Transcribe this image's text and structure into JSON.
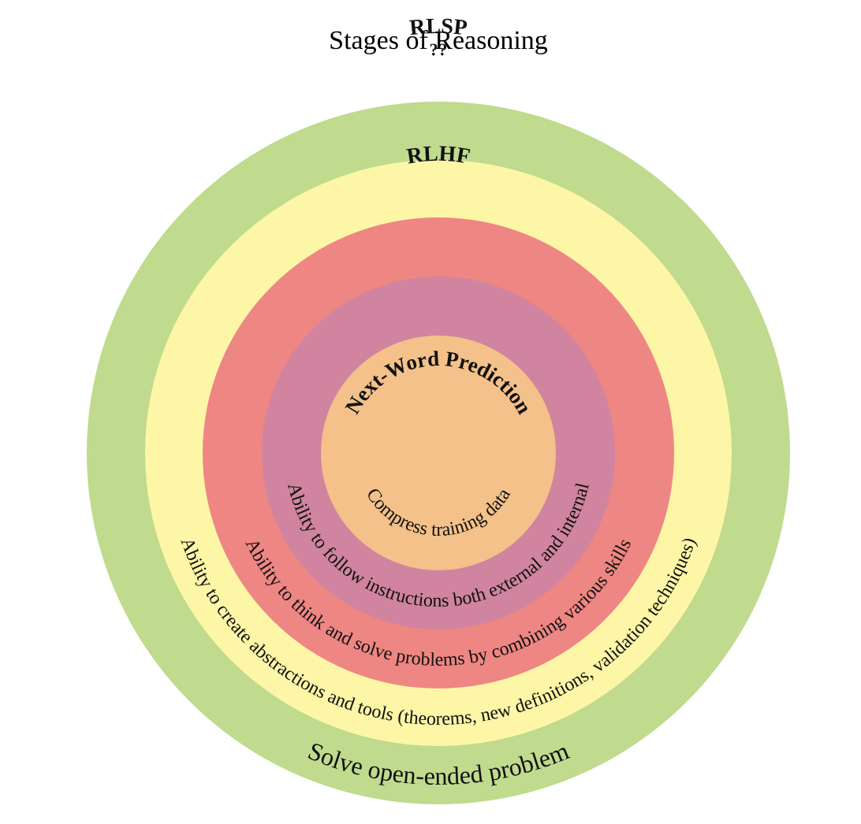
{
  "title": "Stages of Reasoning",
  "rings": [
    {
      "id": "outer",
      "label": "??",
      "description": "Solve open-ended problem",
      "color": "#c0da8e"
    },
    {
      "id": "fourth",
      "label": "??",
      "description": "Ability to create abstractions and tools (theorems, new definitions, validation techniques)",
      "color": "#fdf6a6"
    },
    {
      "id": "third",
      "label": "RLSP",
      "description": "Ability to think and solve problems by combining various skills",
      "color": "#ee8683"
    },
    {
      "id": "second",
      "label": "RLHF",
      "description": "Ability to follow instructions both external and internal",
      "color": "#d0849f"
    },
    {
      "id": "core",
      "label": "Next-Word Prediction",
      "description": "Compress training data",
      "color": "#f3c189"
    }
  ]
}
